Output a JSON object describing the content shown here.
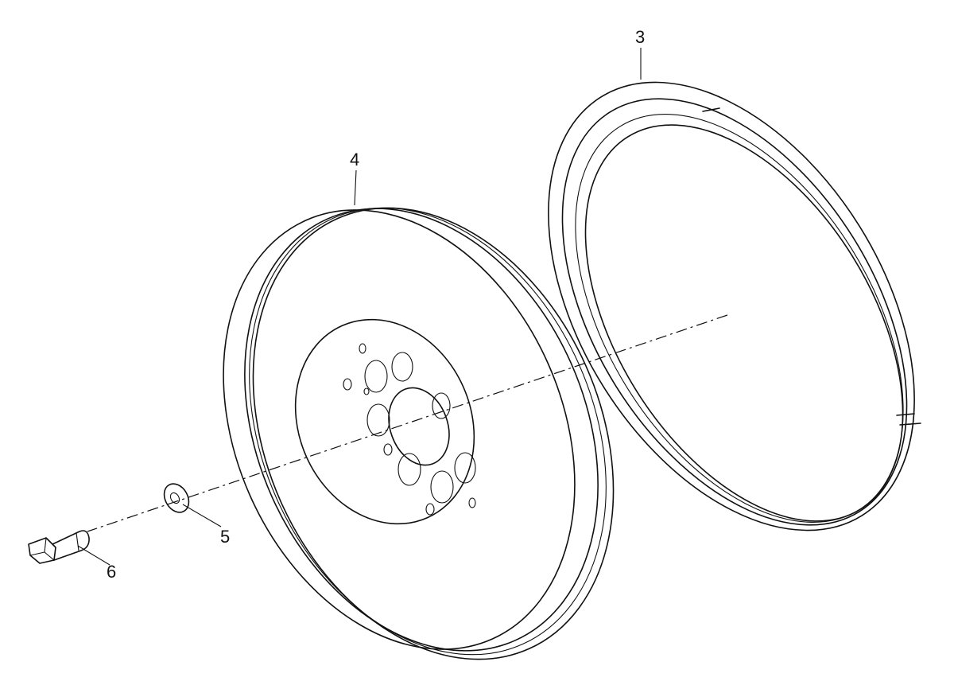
{
  "callouts": [
    {
      "id": "3",
      "label": "3"
    },
    {
      "id": "4",
      "label": "4"
    },
    {
      "id": "5",
      "label": "5"
    },
    {
      "id": "6",
      "label": "6"
    }
  ],
  "colors": {
    "line": "#111111",
    "background": "#ffffff"
  }
}
